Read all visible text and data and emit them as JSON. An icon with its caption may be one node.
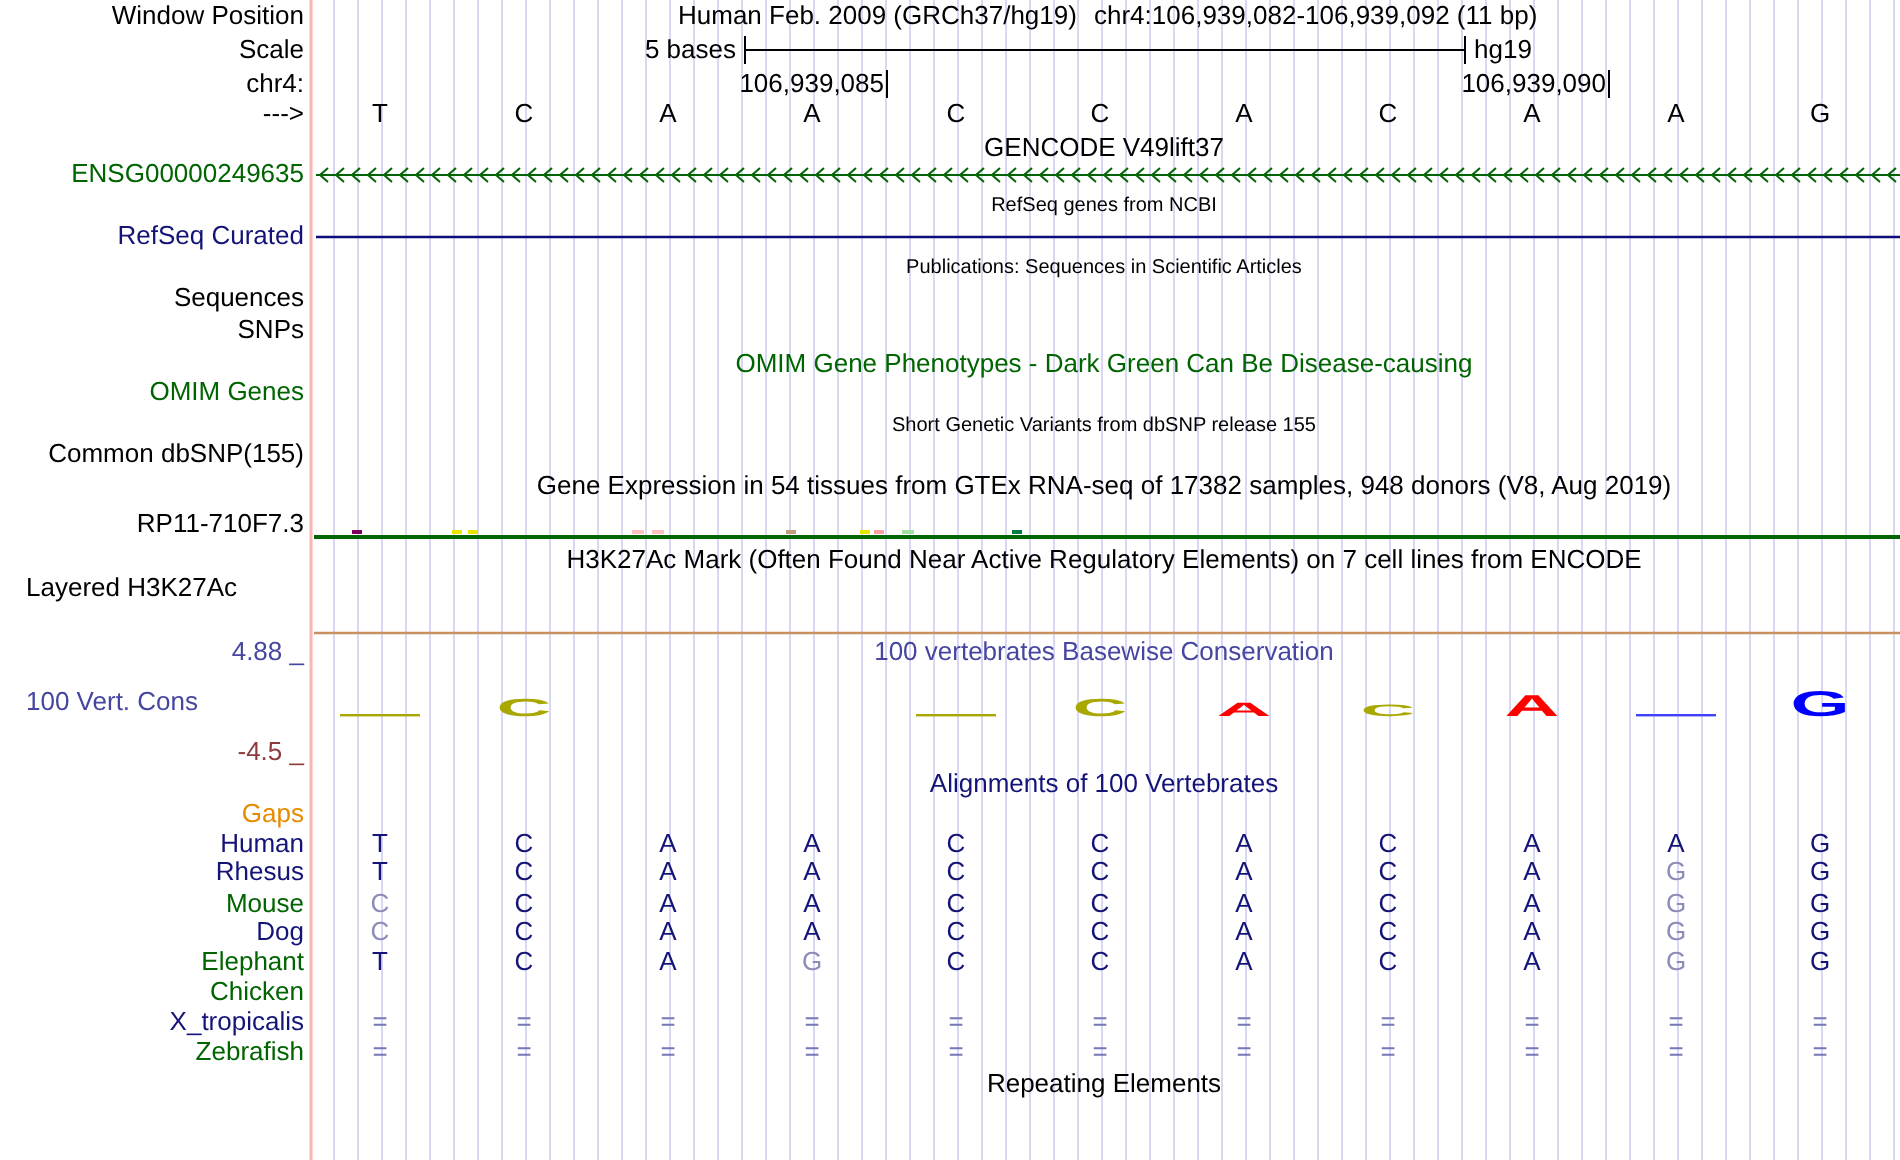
{
  "diagram": {
    "labels": [
      "Window Position",
      "Human Feb. 2009 (GRCh37/hg19)",
      "chr4:106,939,082-106,939,092 (11 bp)",
      "Scale",
      "5 bases",
      "hg19",
      "chr4:",
      "106,939,085",
      "106,939,090",
      "--->",
      "T",
      "C",
      "A",
      "A",
      "C",
      "C",
      "A",
      "C",
      "A",
      "A",
      "G",
      "GENCODE V49lift37",
      "ENSG00000249635",
      "RefSeq genes from NCBI",
      "RefSeq Curated",
      "Publications: Sequences in Scientific Articles",
      "Sequences",
      "SNPs",
      "OMIM Gene Phenotypes - Dark Green Can Be Disease-causing",
      "OMIM Genes",
      "Short Genetic Variants from dbSNP release 155",
      "Common dbSNP(155)",
      "Gene Expression in 54 tissues from GTEx RNA-seq of 17382 samples, 948 donors (V8, Aug 2019)",
      "RP11-710F7.3",
      "H3K27Ac Mark (Often Found Near Active Regulatory Elements) on 7 cell lines from ENCODE",
      "Layered H3K27Ac",
      "4.88 _",
      "100 vertebrates Basewise Conservation",
      "100 Vert. Cons",
      "C",
      "C",
      "A",
      "C",
      "A",
      "G",
      "-4.5 _",
      "Alignments of 100 Vertebrates",
      "Gaps",
      "Human",
      "T",
      "C",
      "A",
      "A",
      "C",
      "C",
      "A",
      "C",
      "A",
      "A",
      "G",
      "Rhesus",
      "T",
      "C",
      "A",
      "A",
      "C",
      "C",
      "A",
      "C",
      "A",
      "G",
      "G",
      "Mouse",
      "C",
      "C",
      "A",
      "A",
      "C",
      "C",
      "A",
      "C",
      "A",
      "G",
      "G",
      "Dog",
      "C",
      "C",
      "A",
      "A",
      "C",
      "C",
      "A",
      "C",
      "A",
      "G",
      "G",
      "Elephant",
      "T",
      "C",
      "A",
      "G",
      "C",
      "C",
      "A",
      "C",
      "A",
      "G",
      "G",
      "Chicken",
      "X_tropicalis",
      "=",
      "=",
      "=",
      "=",
      "=",
      "=",
      "=",
      "=",
      "=",
      "=",
      "=",
      "Zebrafish",
      "=",
      "=",
      "=",
      "=",
      "=",
      "=",
      "=",
      "=",
      "=",
      "=",
      "=",
      "Repeating Elements"
    ]
  }
}
